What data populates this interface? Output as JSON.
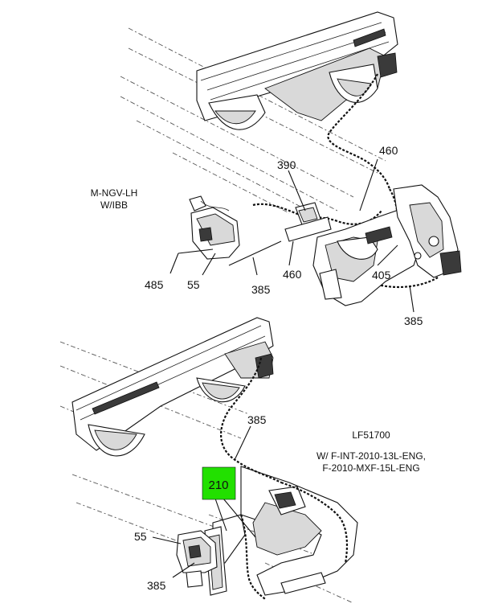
{
  "notes": {
    "variant_top_line1": "M-NGV-LH",
    "variant_top_line2": "W/IBB",
    "figure_id": "LF51700",
    "variant_bottom_line1": "W/ F-INT-2010-13L-ENG,",
    "variant_bottom_line2": "F-2010-MXF-15L-ENG"
  },
  "callouts_top": {
    "c390": "390",
    "c460a": "460",
    "c460b": "460",
    "c485": "485",
    "c55": "55",
    "c385a": "385",
    "c405": "405",
    "c385b": "385"
  },
  "callouts_bottom": {
    "c385a": "385",
    "c210": "210",
    "c55": "55",
    "c385b": "385"
  },
  "colors": {
    "highlight": "#22e000",
    "line": "#111111"
  }
}
